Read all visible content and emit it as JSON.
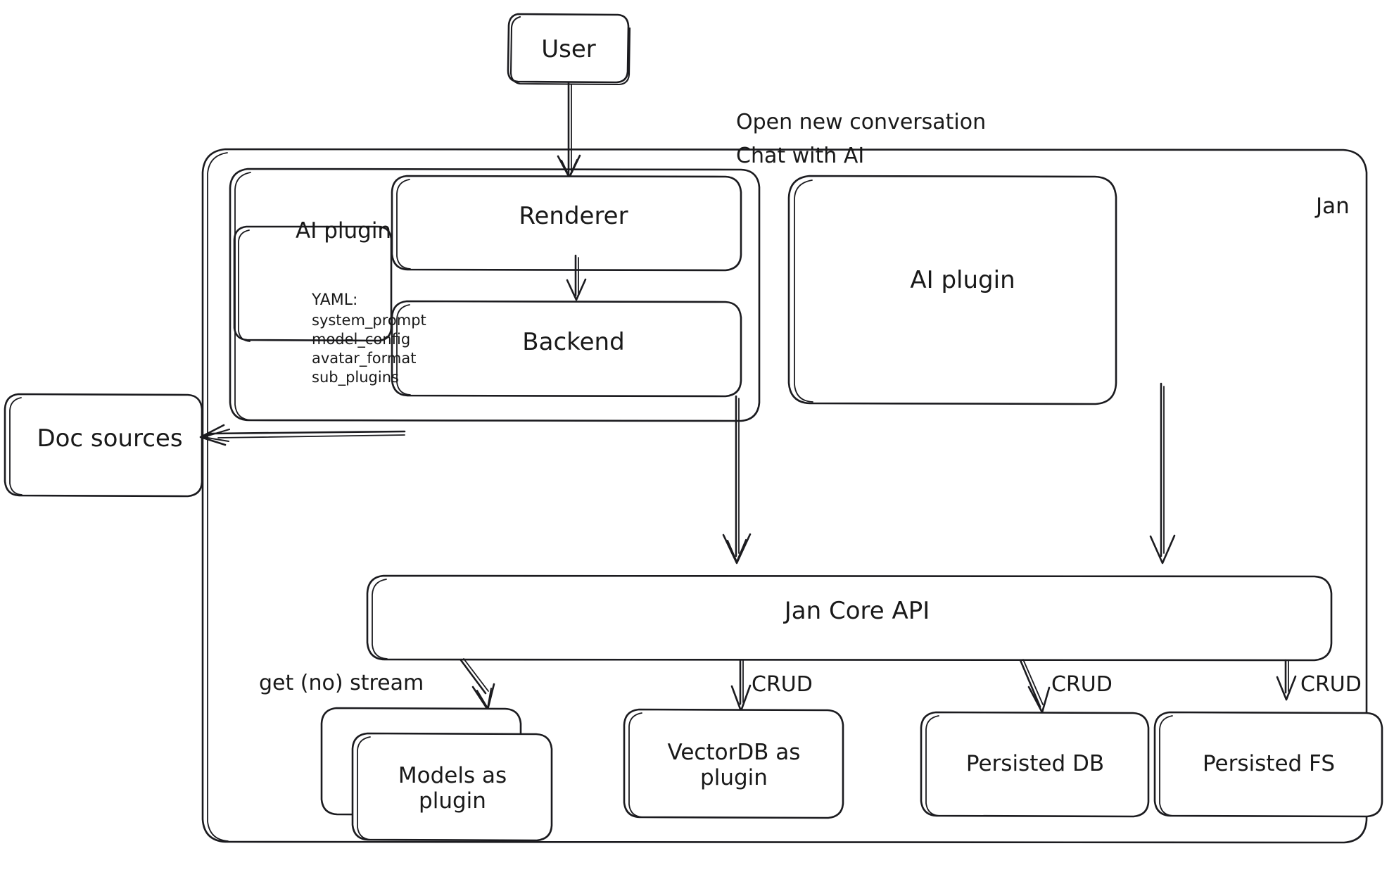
{
  "diagram": {
    "type": "architecture-flowchart",
    "style": "hand-drawn-sketch",
    "title_visible": false,
    "stroke_color": "#1b1b1f",
    "background_color": "#ffffff"
  },
  "nodes": {
    "user": {
      "label": "User"
    },
    "jan_container": {
      "label": "Jan"
    },
    "ai_plugin_group": {
      "label": "AI plugin"
    },
    "yaml_card": {
      "title": "YAML:",
      "items": [
        "system_prompt",
        "model_config",
        "avatar_format",
        "sub_plugins"
      ]
    },
    "renderer": {
      "label": "Renderer"
    },
    "backend": {
      "label": "Backend"
    },
    "ai_plugin_box": {
      "label": "AI plugin"
    },
    "doc_sources": {
      "label": "Doc sources"
    },
    "jan_core_api": {
      "label": "Jan Core API"
    },
    "models_plugin": {
      "label": "Models as plugin"
    },
    "vectordb_plugin": {
      "label": "VectorDB as plugin"
    },
    "persisted_db": {
      "label": "Persisted DB"
    },
    "persisted_fs": {
      "label": "Persisted FS"
    }
  },
  "edges": [
    {
      "from": "user",
      "to": "renderer",
      "label": "Open new conversation\nChat with AI",
      "line1": "Open new conversation",
      "line2": "Chat with AI"
    },
    {
      "from": "renderer",
      "to": "backend",
      "label": ""
    },
    {
      "from": "backend",
      "to": "doc_sources",
      "label": ""
    },
    {
      "from": "backend",
      "to": "jan_core_api",
      "label": ""
    },
    {
      "from": "ai_plugin_box",
      "to": "jan_core_api",
      "label": ""
    },
    {
      "from": "jan_core_api",
      "to": "models_plugin",
      "label": "get (no) stream"
    },
    {
      "from": "jan_core_api",
      "to": "vectordb_plugin",
      "label": "CRUD"
    },
    {
      "from": "jan_core_api",
      "to": "persisted_db",
      "label": "CRUD"
    },
    {
      "from": "jan_core_api",
      "to": "persisted_fs",
      "label": "CRUD"
    }
  ],
  "edge_labels": {
    "user_to_renderer_l1": "Open new conversation",
    "user_to_renderer_l2": "Chat with AI",
    "get_no_stream": "get (no) stream",
    "crud_1": "CRUD",
    "crud_2": "CRUD",
    "crud_3": "CRUD"
  }
}
